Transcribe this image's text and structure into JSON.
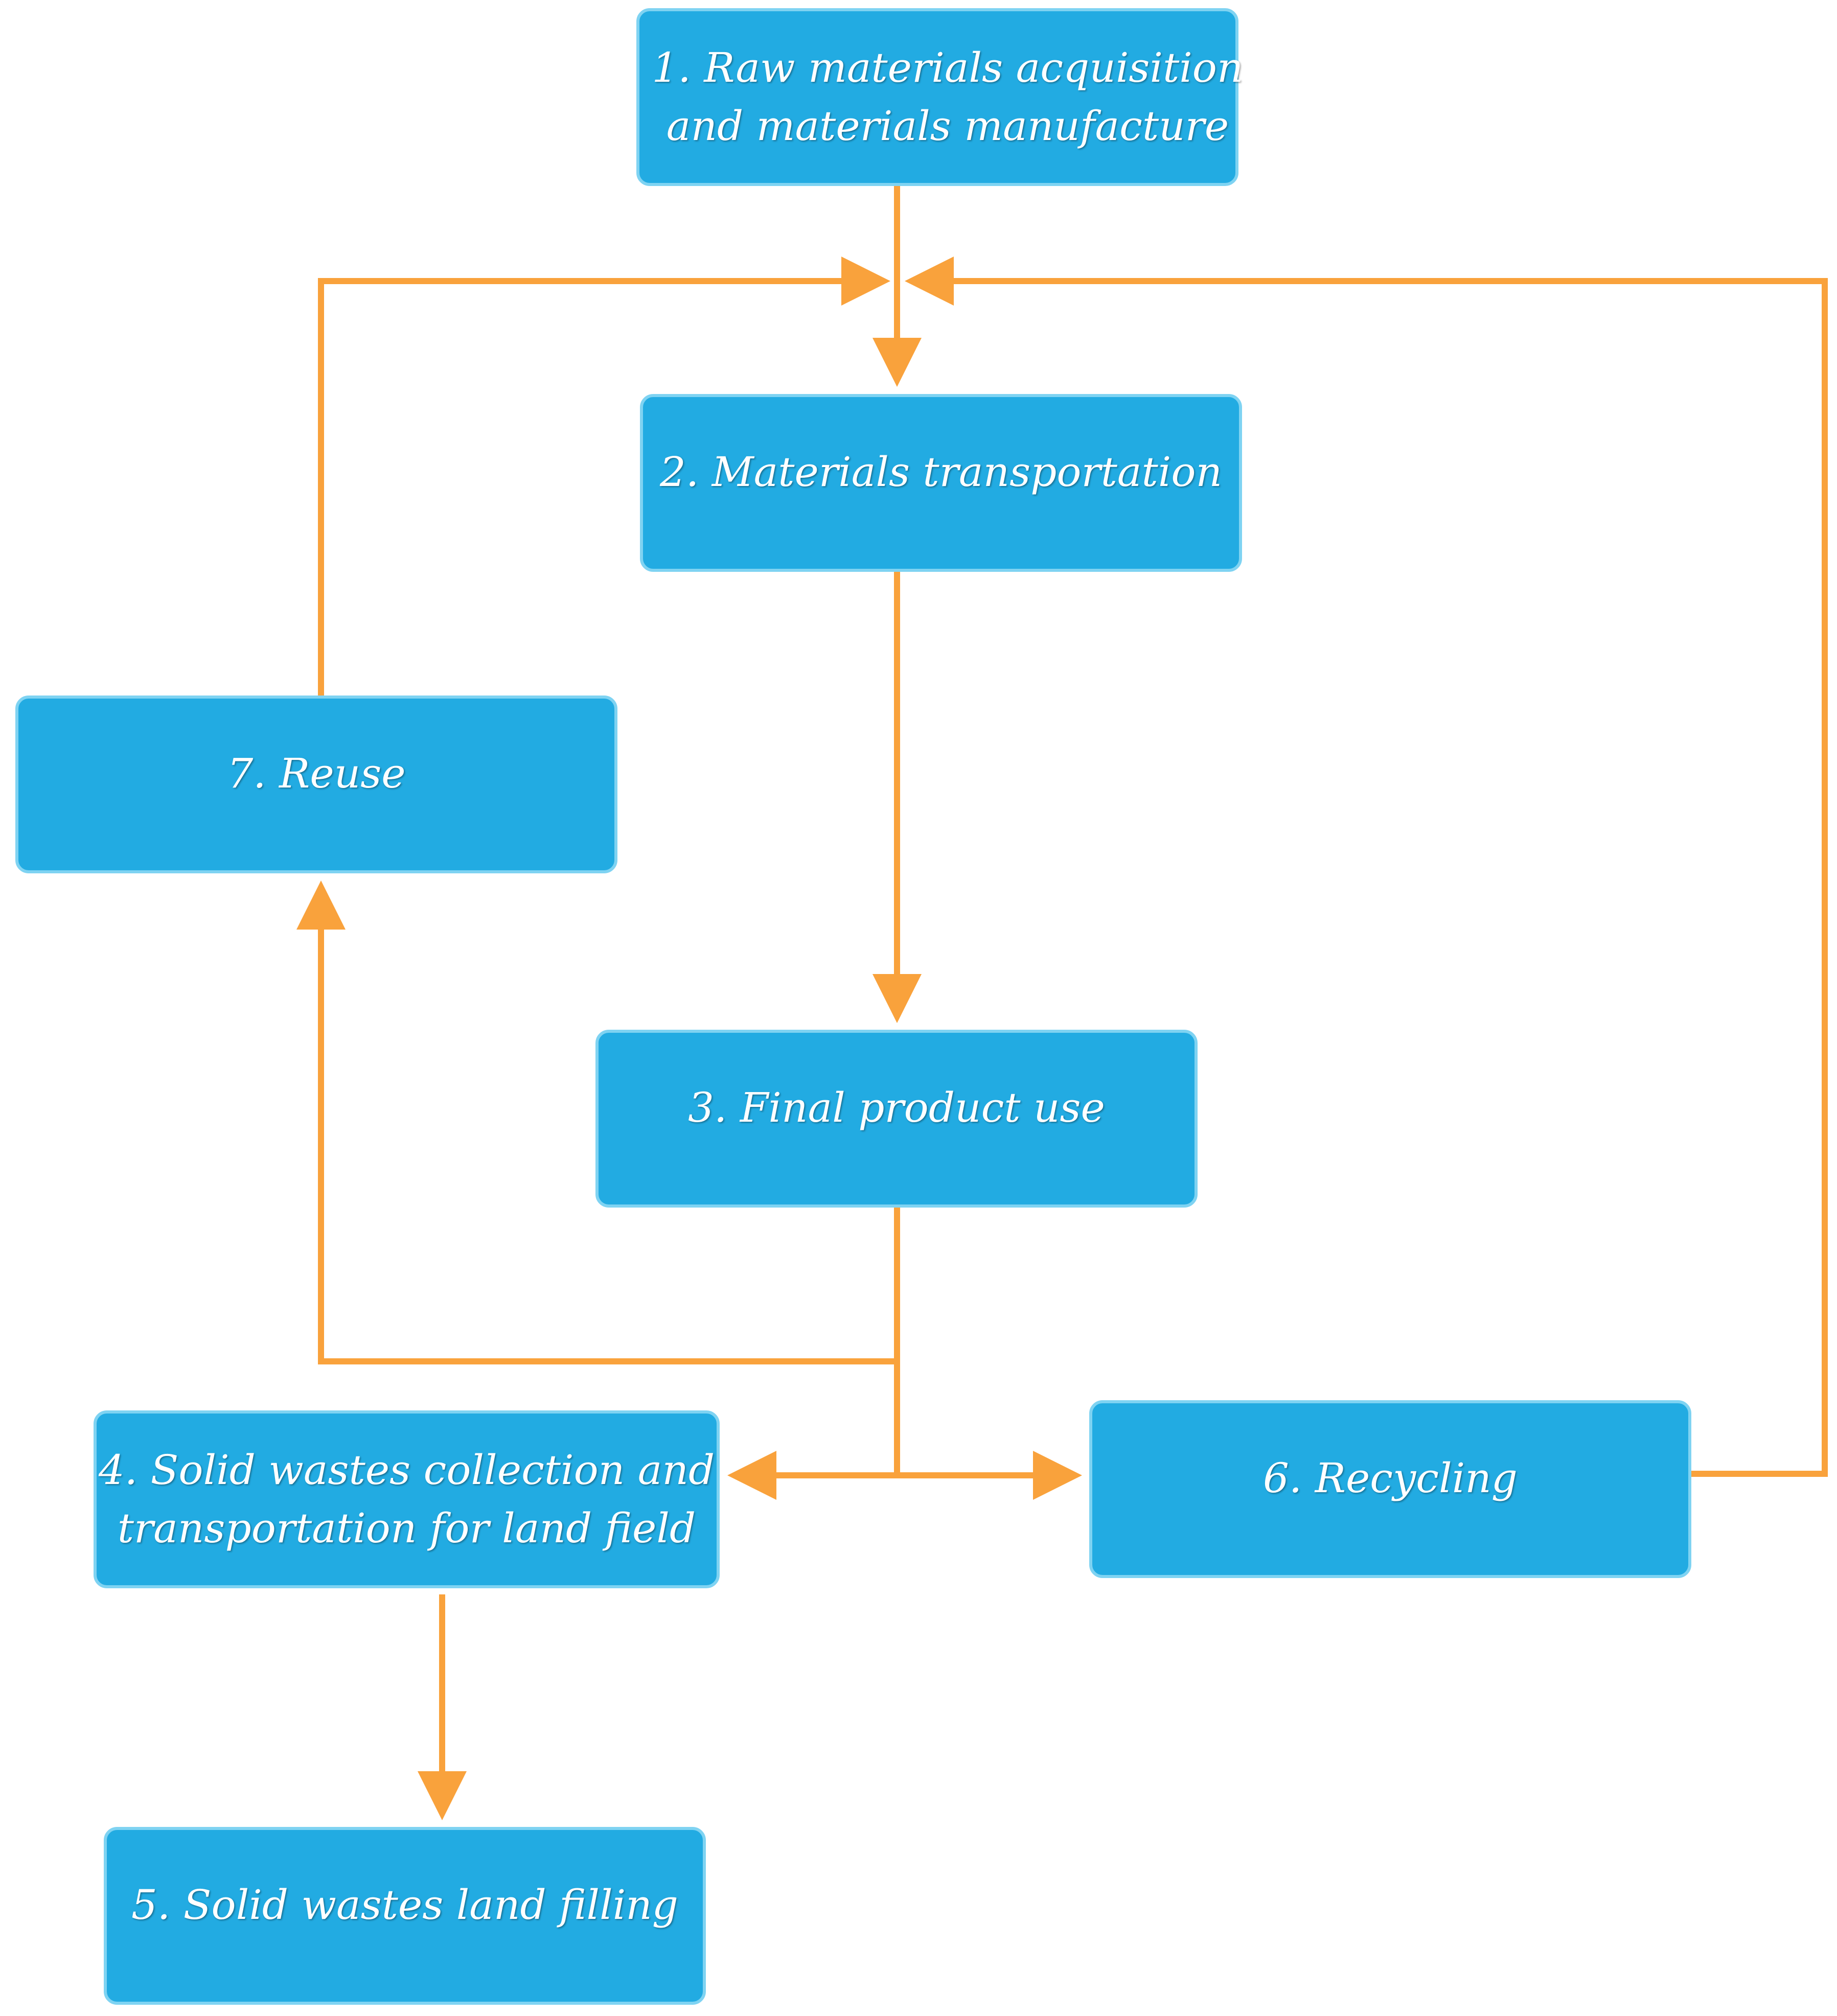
{
  "diagram": {
    "colors": {
      "box_fill": "#22ABE2",
      "box_text": "#ffffff",
      "connector": "#F9A23C"
    },
    "nodes": {
      "raw_materials": {
        "lines": [
          "1.   Raw materials acquisition",
          "and materials manufacture"
        ]
      },
      "transportation": {
        "lines": [
          "2. Materials transportation"
        ]
      },
      "final_use": {
        "lines": [
          "3. Final product use"
        ]
      },
      "waste_collection": {
        "lines": [
          "4. Solid wastes collection and",
          "transportation for land field"
        ]
      },
      "land_filling": {
        "lines": [
          "5.  Solid wastes land filling"
        ]
      },
      "recycling": {
        "lines": [
          "6. Recycling"
        ]
      },
      "reuse": {
        "lines": [
          "7. Reuse"
        ]
      }
    },
    "edges": [
      {
        "from": "raw_materials",
        "to": "transportation"
      },
      {
        "from": "reuse",
        "to": "transportation"
      },
      {
        "from": "recycling",
        "to": "transportation"
      },
      {
        "from": "transportation",
        "to": "final_use"
      },
      {
        "from": "final_use",
        "to": "reuse"
      },
      {
        "from": "final_use",
        "to": "waste_collection"
      },
      {
        "from": "final_use",
        "to": "recycling"
      },
      {
        "from": "waste_collection",
        "to": "land_filling"
      }
    ]
  }
}
